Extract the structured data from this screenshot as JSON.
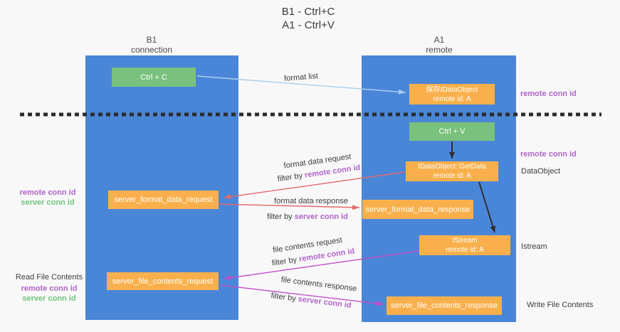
{
  "title": {
    "line1": "B1 - Ctrl+C",
    "line2": "A1 - Ctrl+V"
  },
  "lifelines": {
    "left": {
      "name": "B1",
      "role": "connection"
    },
    "right": {
      "name": "A1",
      "role": "remote"
    }
  },
  "nodes": {
    "ctrl_c": {
      "label": "Ctrl + C"
    },
    "ctrl_v": {
      "label": "Ctrl + V"
    },
    "save_dataobject": {
      "line1": "保存IDataObject",
      "line2": "remote id: A"
    },
    "getdata": {
      "line1": "IDataObject::GetData",
      "line2": "remote id: A"
    },
    "istream": {
      "line1": "IStream",
      "line2": "remote id: A"
    },
    "format_request": {
      "label": "server_format_data_request"
    },
    "format_response": {
      "label": "server_format_data_response"
    },
    "file_request": {
      "label": "server_file_contents_request"
    },
    "file_response": {
      "label": "server_file_contents_response"
    }
  },
  "edge_labels": {
    "format_list": "format list",
    "format_data_request": "format data request",
    "format_data_response": "format data response",
    "file_contents_request": "file contents request",
    "file_contents_response": "file contents response",
    "filter_by": "filter by",
    "remote_conn_id": "remote conn id",
    "server_conn_id": "server conn id"
  },
  "side_labels": {
    "remote_conn_id": "remote conn id",
    "server_conn_id": "server conn id",
    "dataobject": "DataObject",
    "istream": "Istream",
    "read_file_contents": "Read File Contents",
    "write_file_contents": "Write File Contents"
  },
  "colors": {
    "panel-blue": "#4a86d8",
    "box-green": "#79c17d",
    "box-orange": "#f9b04c",
    "arrow-blue": "#a9cfec",
    "arrow-red": "#e16a6a",
    "arrow-magenta": "#c44ec8",
    "arrow-black": "#2f2f2f",
    "text-purple": "#b065c8",
    "text-green": "#6fc577",
    "text-dark": "#3d3d3d",
    "background": "#f8f8f9"
  }
}
